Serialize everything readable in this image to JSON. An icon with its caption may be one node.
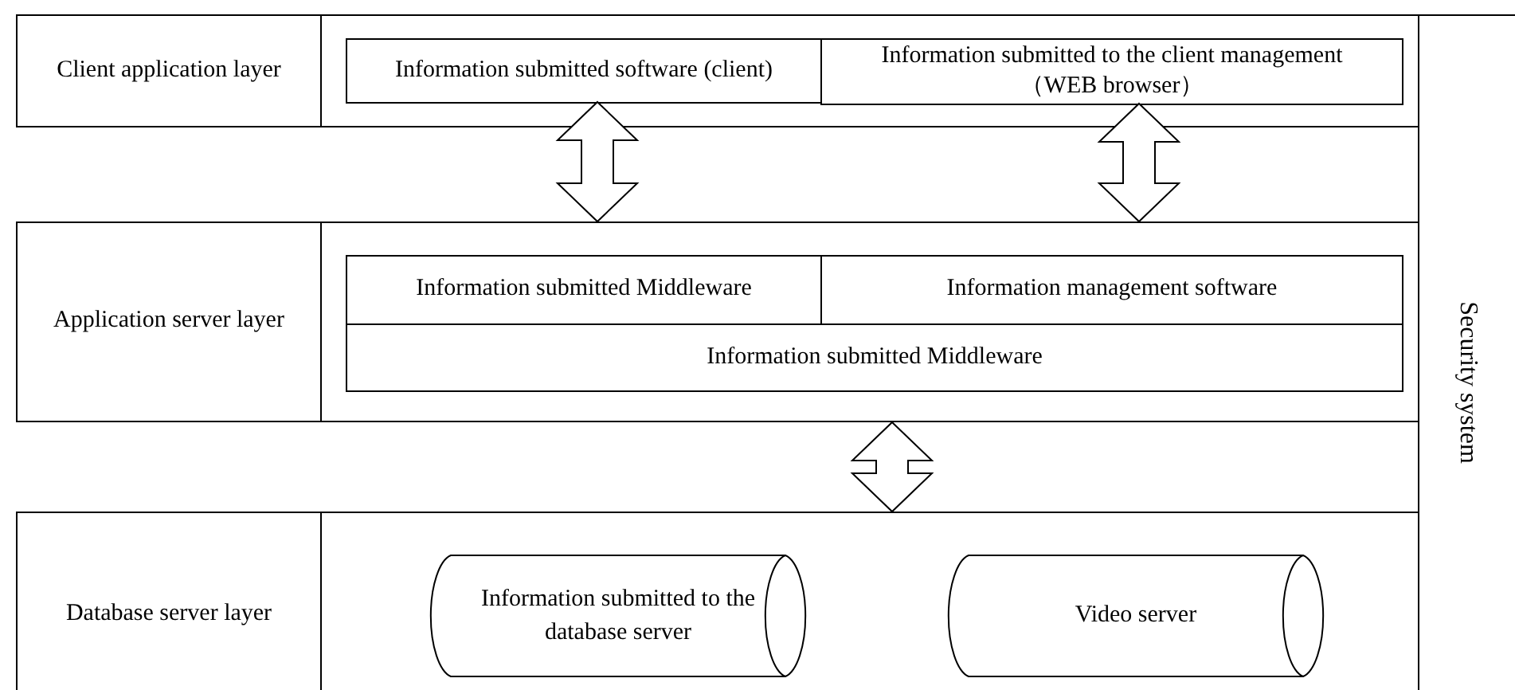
{
  "diagram": {
    "nodes": [
      {
        "text": [
          "Client application layer"
        ]
      },
      {
        "text": [],
        "shape": "box"
      },
      {
        "text": [
          "Information submitted software (client)"
        ],
        "in": 1
      },
      {
        "text": [
          "Information submitted to the client management （WEB browser）"
        ],
        "in": 1
      },
      {
        "text": [
          "Application server layer"
        ]
      },
      {
        "text": [],
        "shape": "box"
      },
      {
        "text": [
          "Information submitted Middleware"
        ],
        "in": 5
      },
      {
        "text": [
          "Information management software"
        ],
        "in": 5
      },
      {
        "text": [
          "Information submitted Middleware"
        ],
        "in": 5
      },
      {
        "text": [
          "Database server layer"
        ]
      },
      {
        "text": [],
        "shape": "box"
      },
      {
        "text": [
          "Information submitted to the database server"
        ],
        "in": 10
      },
      {
        "text": [
          "Video server"
        ],
        "in": 10
      }
    ],
    "edges": [
      {
        "from": 2,
        "to": 5,
        "arrow": "both"
      },
      {
        "from": 3,
        "to": 5,
        "arrow": "both"
      },
      {
        "from": 5,
        "to": 10,
        "arrow": "both"
      }
    ],
    "labels": [
      "Security system"
    ]
  }
}
